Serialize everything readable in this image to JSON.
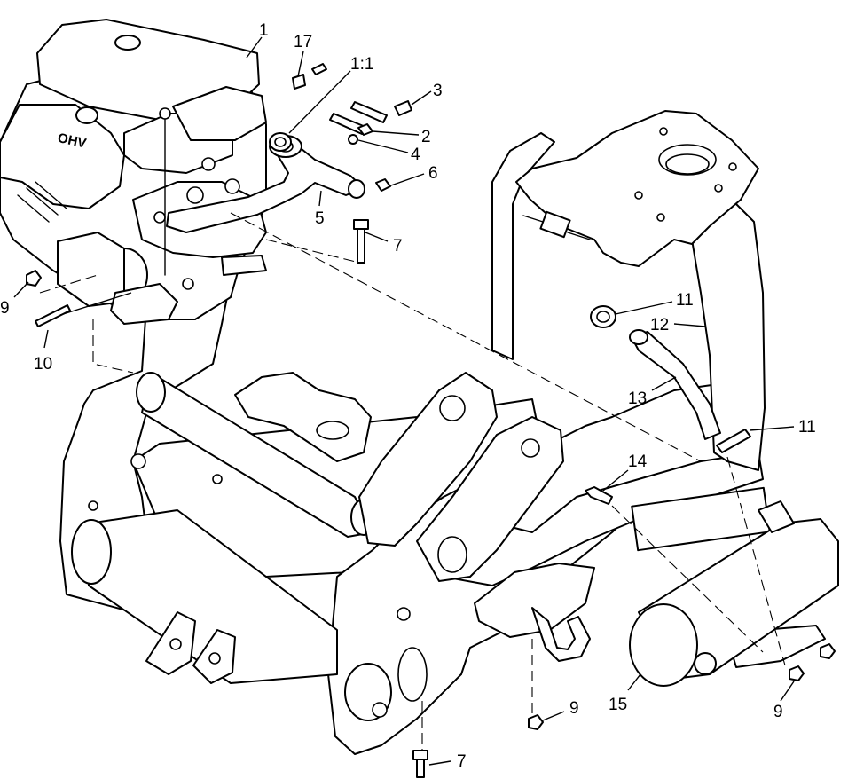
{
  "engine_badge": "OHV",
  "callouts": [
    "1",
    "17",
    "1:1",
    "3",
    "2",
    "4",
    "6",
    "5",
    "7",
    "9",
    "10",
    "11",
    "12",
    "13",
    "11",
    "14",
    "9",
    "15",
    "9",
    "7"
  ],
  "colors": {
    "line": "#000000",
    "background": "#ffffff"
  }
}
